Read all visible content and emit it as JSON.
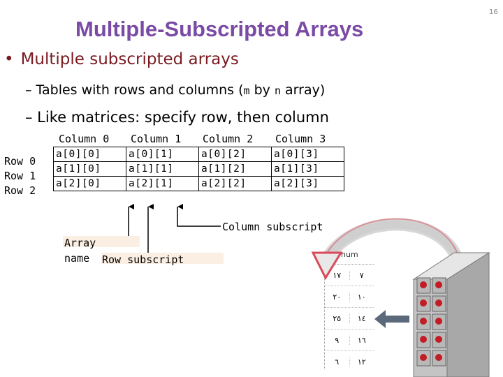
{
  "slide_number": "16",
  "title": "Multiple-Subscripted Arrays",
  "bullet": {
    "text": "Multiple subscripted arrays",
    "sub1_prefix": "– Tables with rows and columns (",
    "sub1_m": "m",
    "sub1_mid": " by ",
    "sub1_n": "n",
    "sub1_suffix": " array)",
    "sub2": "– Like matrices: specify row, then column"
  },
  "table": {
    "column_headers": [
      "Column 0",
      "Column 1",
      "Column 2",
      "Column 3"
    ],
    "row_labels": [
      "Row 0",
      "Row 1",
      "Row 2"
    ],
    "cells": [
      [
        "a[0][0]",
        "a[0][1]",
        "a[0][2]",
        "a[0][3]"
      ],
      [
        "a[1][0]",
        "a[1][1]",
        "a[1][2]",
        "a[1][3]"
      ],
      [
        "a[2][0]",
        "a[2][1]",
        "a[2][2]",
        "a[2][3]"
      ]
    ]
  },
  "annotations": {
    "column_subscript": "Column subscript",
    "array_name_line1": "Array",
    "array_name_line2": "name",
    "row_subscript": "Row subscript"
  },
  "illustration": {
    "header": "num",
    "rows": [
      [
        "١٧",
        "٧"
      ],
      [
        "٢٠",
        "١٠"
      ],
      [
        "٢٥",
        "١٤"
      ],
      [
        "٩",
        "١٦"
      ],
      [
        "٦",
        "١٢"
      ]
    ]
  },
  "colors": {
    "title": "#7a4aa5",
    "bullet": "#7a1b22",
    "arrow": "#d94a5a",
    "cabinet": "#bdbdbd",
    "dot": "#c21d25"
  }
}
